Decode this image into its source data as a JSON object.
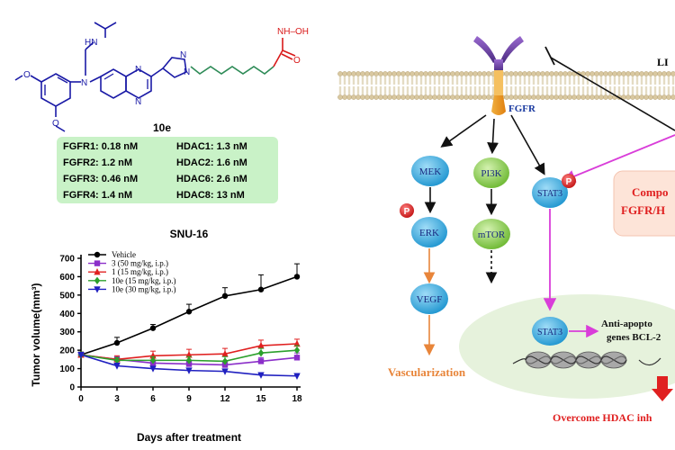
{
  "compound": {
    "name": "10e",
    "atom_labels": {
      "nh_top": "HN",
      "nh_oh": "NH–OH",
      "o_acid": "O",
      "n_amine": "N",
      "n_quin1": "N",
      "n_quin2": "N",
      "n_pyr1": "N",
      "n_pyr2": "N",
      "o_methoxy1": "O",
      "o_methoxy2": "O"
    },
    "ic50": [
      {
        "label": "FGFR1: 0.18 nM"
      },
      {
        "label": "FGFR2: 1.2 nM"
      },
      {
        "label": "FGFR3: 0.46 nM"
      },
      {
        "label": "FGFR4: 1.4 nM"
      },
      {
        "label": "HDAC1: 1.3 nM"
      },
      {
        "label": "HDAC2: 1.6 nM"
      },
      {
        "label": "HDAC6: 2.6 nM"
      },
      {
        "label": "HDAC8: 13 nM"
      }
    ],
    "colors": {
      "box_fill": "#c9f2c7",
      "linker": "#2e8b57",
      "acid": "#d91a1a",
      "core": "#1a1aa6"
    }
  },
  "chart_data": {
    "type": "line",
    "title": "SNU-16",
    "xlabel": "Days after treatment",
    "ylabel": "Tumor volume(mm³)",
    "x": [
      0,
      3,
      6,
      9,
      12,
      15,
      18
    ],
    "xticks": [
      0,
      3,
      6,
      9,
      12,
      15,
      18
    ],
    "yticks": [
      0,
      100,
      200,
      300,
      400,
      500,
      600,
      700
    ],
    "xlim": [
      0,
      18
    ],
    "ylim": [
      0,
      700
    ],
    "grid": false,
    "legend_position": "top-left",
    "series": [
      {
        "name": "Vehicle",
        "color": "#000000",
        "marker": "circle",
        "values": [
          175,
          240,
          320,
          410,
          495,
          530,
          600
        ],
        "errors": [
          15,
          30,
          20,
          40,
          45,
          80,
          70
        ]
      },
      {
        "name": "3 (50 mg/kg, i.p.)",
        "color": "#8b2fc9",
        "marker": "square",
        "values": [
          175,
          150,
          130,
          125,
          120,
          140,
          160
        ],
        "errors": [
          10,
          15,
          15,
          15,
          15,
          20,
          25
        ]
      },
      {
        "name": "1 (15 mg/kg, i.p.)",
        "color": "#e02020",
        "marker": "triangle",
        "values": [
          175,
          150,
          170,
          175,
          180,
          225,
          235
        ],
        "errors": [
          10,
          20,
          25,
          30,
          30,
          30,
          25
        ]
      },
      {
        "name": "10e (15 mg/kg, i.p.)",
        "color": "#2ca02c",
        "marker": "diamond",
        "values": [
          175,
          145,
          145,
          145,
          140,
          185,
          200
        ],
        "errors": [
          10,
          15,
          20,
          20,
          25,
          25,
          25
        ]
      },
      {
        "name": "10e (30 mg/kg, i.p.)",
        "color": "#2020c0",
        "marker": "triangle-down",
        "values": [
          175,
          115,
          100,
          90,
          85,
          65,
          60
        ],
        "errors": [
          10,
          15,
          10,
          10,
          10,
          8,
          8
        ]
      }
    ]
  },
  "pathway": {
    "ligand_label": "LI",
    "receptor_label": "FGFR",
    "nodes": {
      "mek": "MEK",
      "pi3k": "PI3K",
      "stat3_top": "STAT3",
      "erk": "ERK",
      "mtor": "mTOR",
      "vegf": "VEGF",
      "stat3_nucleus": "STAT3"
    },
    "phospho": [
      "P",
      "P"
    ],
    "compound_box": [
      "Compo",
      "FGFR/H"
    ],
    "anti_apoptotic": [
      "Anti-apopto",
      "genes BCL-2"
    ],
    "vascularization": "Vascularization",
    "overcome": "Overcome HDAC inh",
    "colors": {
      "blue_node": "#2ba7e0",
      "green_node": "#8fd14f",
      "arrow_orange": "#e8853a",
      "arrow_magenta": "#d93dd9",
      "phospho_red": "#d62020",
      "compound_box": "#fde4d8",
      "nucleus": "#e6f2dc",
      "receptor_orange": "#f5a623",
      "receptor_purple": "#6a3aa0"
    }
  }
}
